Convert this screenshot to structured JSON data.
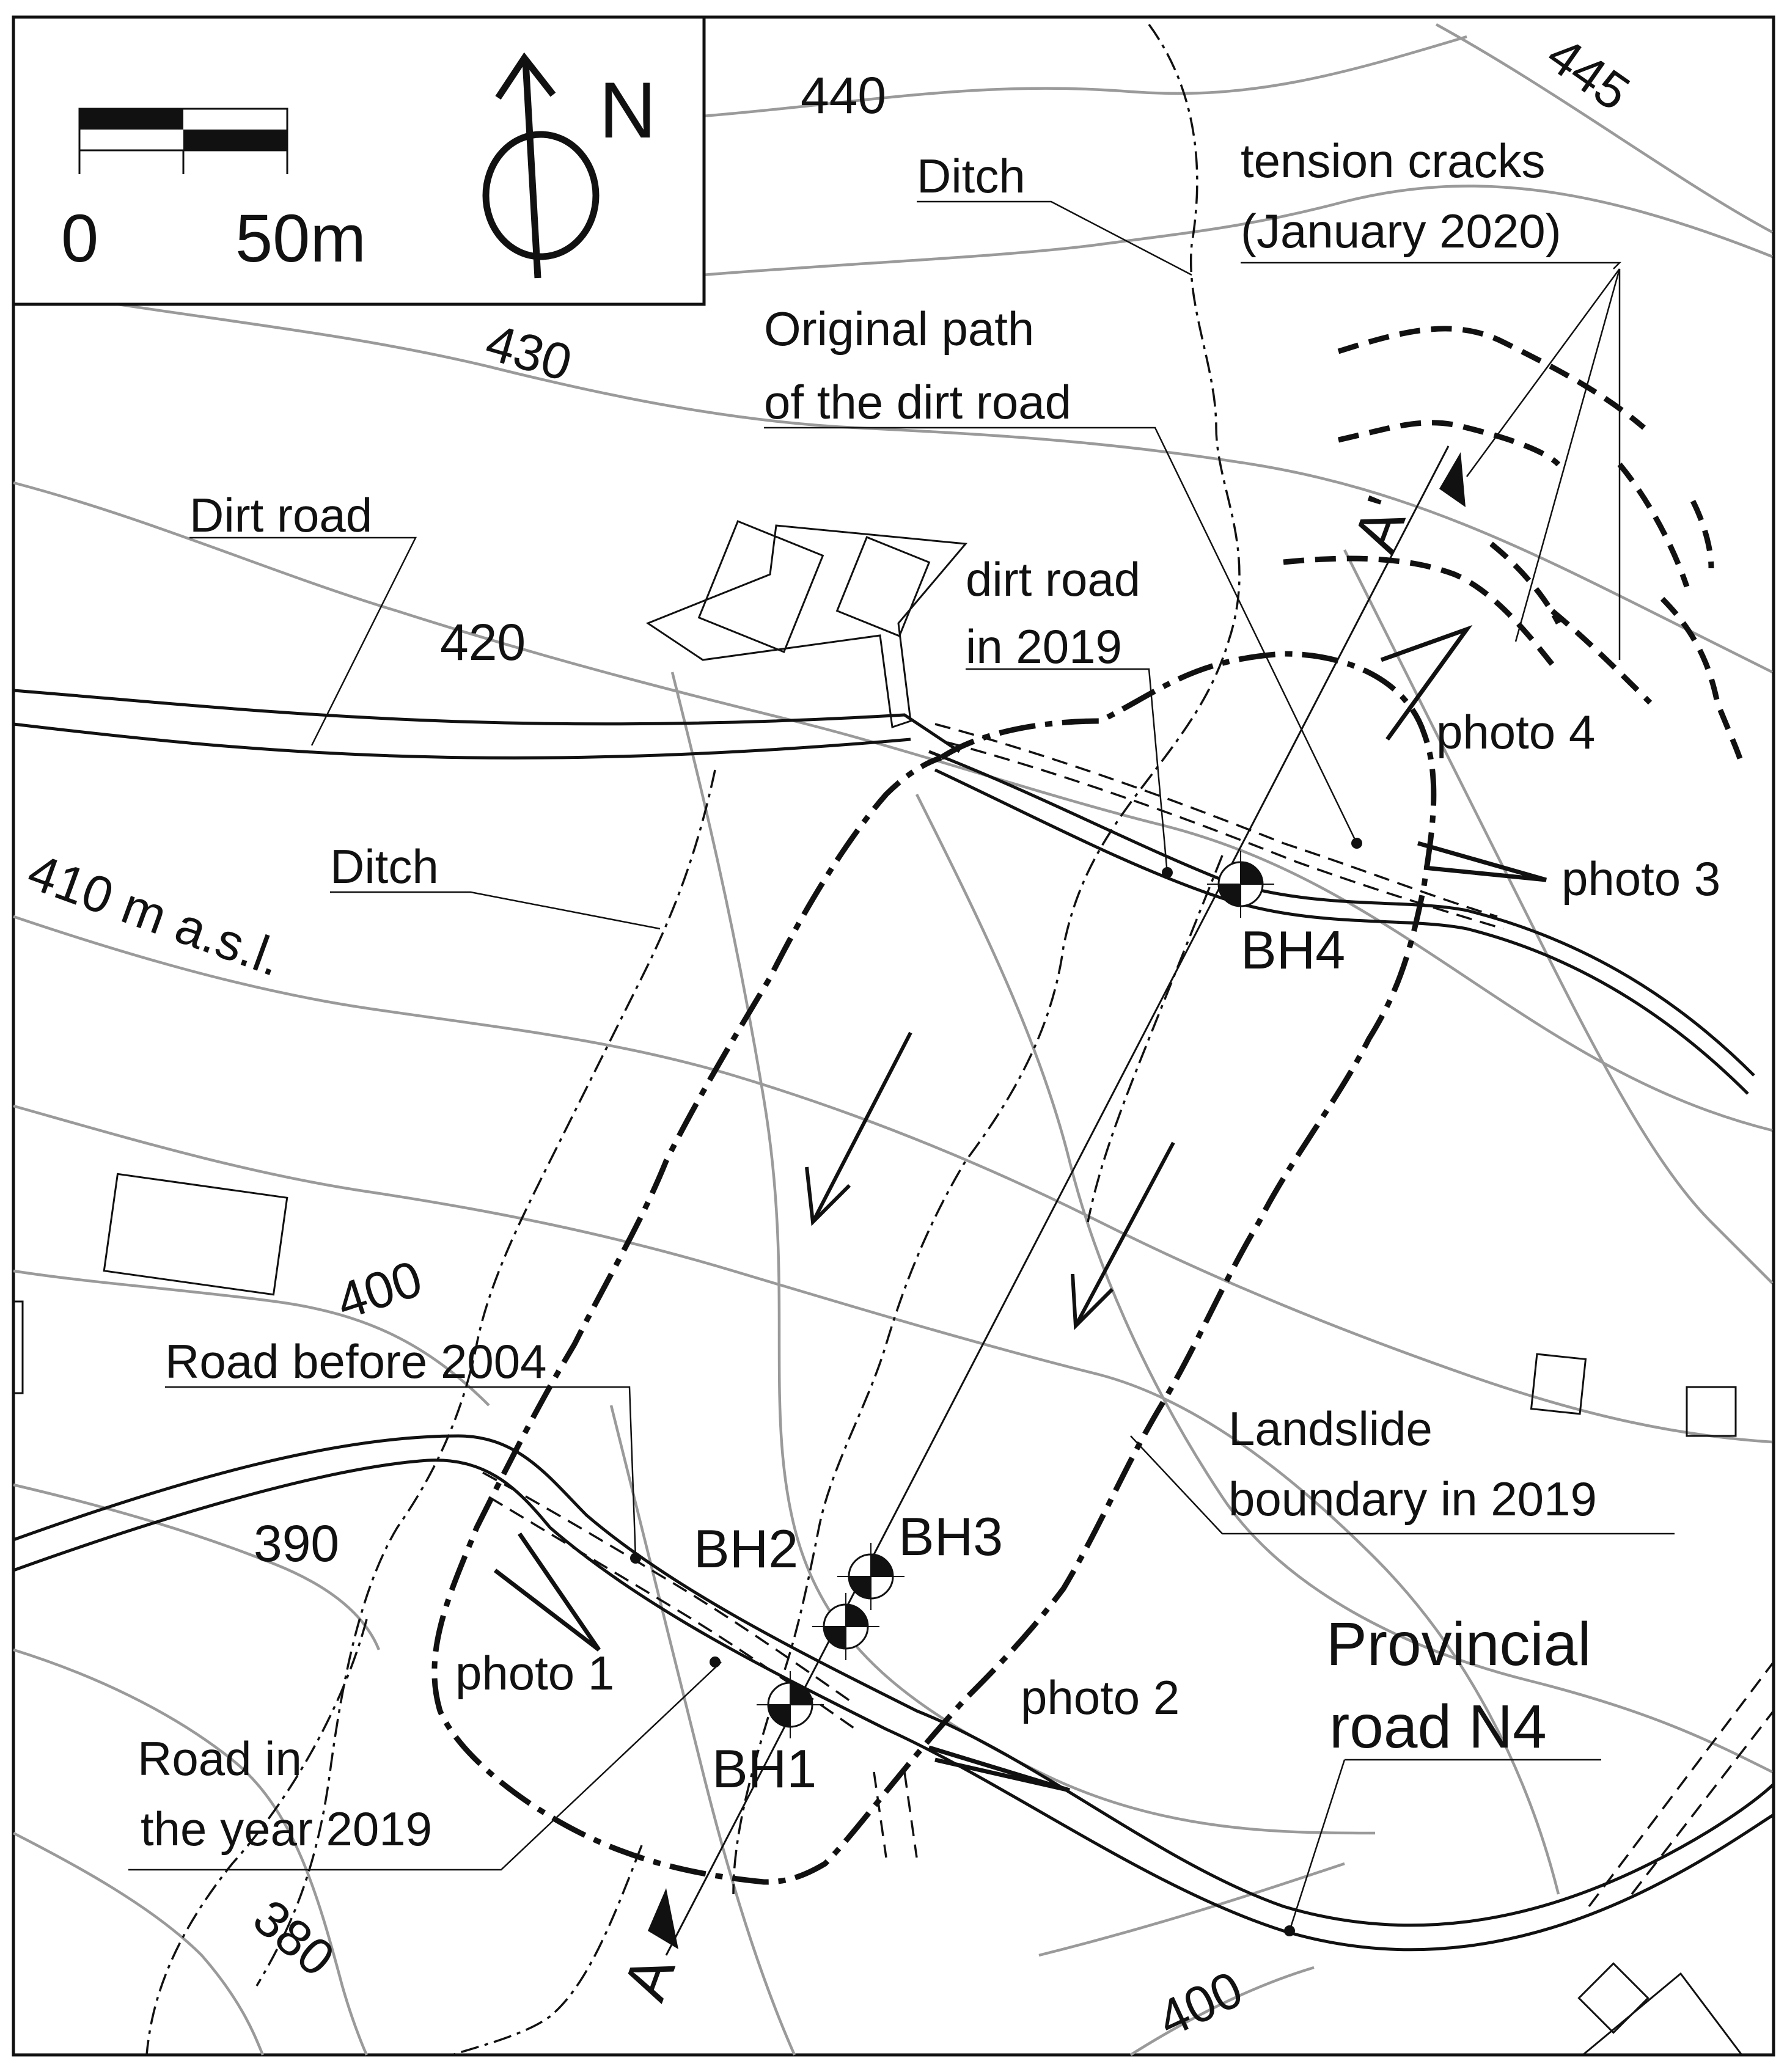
{
  "scale_bar": {
    "zero": "0",
    "end": "50m"
  },
  "north_label": "N",
  "contours": {
    "c440": "440",
    "c445": "445",
    "c430": "430",
    "c420": "420",
    "c410": "410 m a.s.l.",
    "c400a": "400",
    "c390": "390",
    "c380": "380",
    "c400b": "400"
  },
  "labels": {
    "ditch_top": "Ditch",
    "tension_1": "tension cracks",
    "tension_2": "(January 2020)",
    "orig_path_1": "Original path",
    "orig_path_2": "of the dirt road",
    "dirt_road": "Dirt road",
    "dirt2019_1": "dirt road",
    "dirt2019_2": "in 2019",
    "ditch_left": "Ditch",
    "road_before": "Road before 2004",
    "landslide_1": "Landslide",
    "landslide_2": "boundary in 2019",
    "road2019_1": "Road  in",
    "road2019_2": "the year 2019",
    "provincial_1": "Provincial",
    "provincial_2": "road N4"
  },
  "photos": {
    "p1": "photo 1",
    "p2": "photo 2",
    "p3": "photo 3",
    "p4": "photo 4"
  },
  "boreholes": {
    "bh1": "BH1",
    "bh2": "BH2",
    "bh3": "BH3",
    "bh4": "BH4"
  },
  "section": {
    "start": "A",
    "end": "A'"
  }
}
